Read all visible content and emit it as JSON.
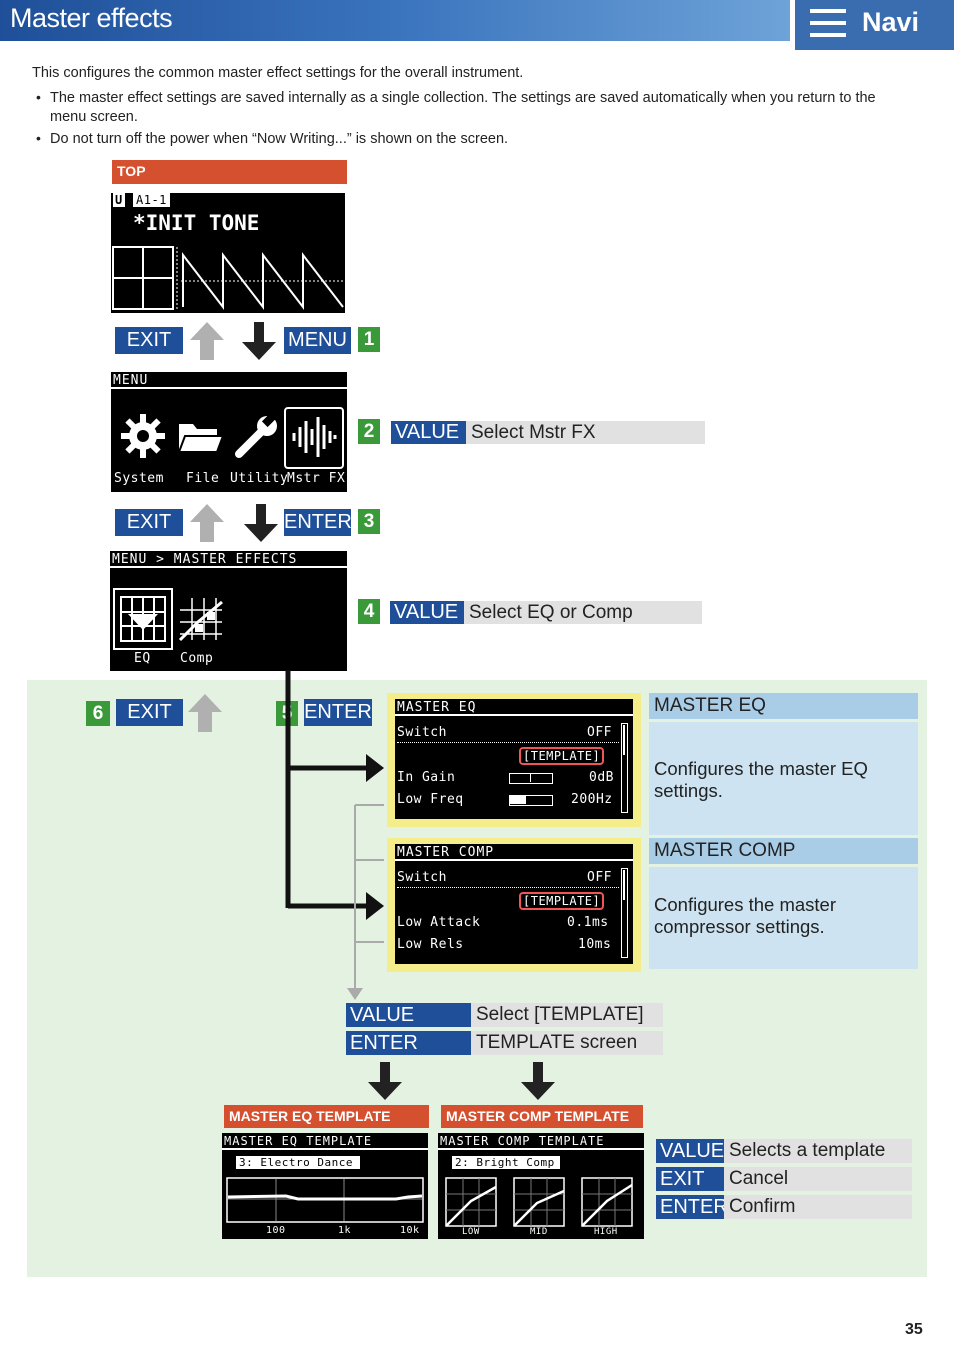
{
  "header": {
    "title": "Master effects",
    "navi_label": "Navi"
  },
  "intro": {
    "text": "This configures the common master effect settings for the overall instrument.",
    "bullets": [
      "The master effect settings are saved internally as a single collection. The settings are saved automatically when you return to the",
      "menu screen.",
      "Do not turn off the power when “Now Writing...” is shown on the screen."
    ]
  },
  "top_label": "TOP",
  "top_screen": {
    "tone_number": "A1-1",
    "tone_name": "*INIT TONE"
  },
  "row1": {
    "exit": "EXIT",
    "menu": "MENU",
    "step": "1"
  },
  "menu_screen": {
    "title": "MENU",
    "items": [
      "System",
      "File",
      "Utility",
      "Mstr FX"
    ]
  },
  "step2": {
    "step": "2",
    "key": "VALUE",
    "desc": "Select Mstr FX"
  },
  "row3": {
    "exit": "EXIT",
    "enter": "ENTER",
    "step": "3"
  },
  "mfx_screen": {
    "title": "MENU > MASTER EFFECTS",
    "items": [
      "EQ",
      "Comp"
    ]
  },
  "step4": {
    "step": "4",
    "key": "VALUE",
    "desc": "Select EQ or Comp"
  },
  "step6": {
    "step": "6",
    "key": "EXIT"
  },
  "step5": {
    "step": "5",
    "key": "ENTER"
  },
  "eq_screen": {
    "title": "MASTER EQ",
    "rows": [
      {
        "label": "Switch",
        "value": "OFF"
      },
      {
        "label": "",
        "value": "[TEMPLATE]"
      },
      {
        "label": "In Gain",
        "value": "0dB"
      },
      {
        "label": "Low Freq",
        "value": "200Hz"
      }
    ]
  },
  "comp_screen": {
    "title": "MASTER COMP",
    "rows": [
      {
        "label": "Switch",
        "value": "OFF"
      },
      {
        "label": "",
        "value": "[TEMPLATE]"
      },
      {
        "label": "Low Attack",
        "value": "0.1ms"
      },
      {
        "label": "Low Rels",
        "value": "10ms"
      }
    ]
  },
  "side": {
    "eq_head": "MASTER EQ",
    "eq_body": "Configures the master EQ settings.",
    "comp_head": "MASTER COMP",
    "comp_body": "Configures the master compressor settings."
  },
  "template_ops": [
    {
      "key": "VALUE",
      "desc": "Select [TEMPLATE]"
    },
    {
      "key": "ENTER",
      "desc": "TEMPLATE screen"
    }
  ],
  "eq_template": {
    "label": "MASTER EQ TEMPLATE",
    "title": "MASTER EQ TEMPLATE",
    "selected": "3: Electro Dance",
    "axis": [
      "100",
      "1k",
      "10k"
    ]
  },
  "comp_template": {
    "label": "MASTER COMP TEMPLATE",
    "title": "MASTER COMP TEMPLATE",
    "selected": "2: Bright Comp",
    "bands": [
      "LOW",
      "MID",
      "HIGH"
    ]
  },
  "template_keys": [
    {
      "key": "VALUE",
      "desc": "Selects a template"
    },
    {
      "key": "EXIT",
      "desc": "Cancel"
    },
    {
      "key": "ENTER",
      "desc": "Confirm"
    }
  ],
  "page_number": "35",
  "colors": {
    "header_blue": "#1f4f99",
    "key_blue": "#1f4f99",
    "step_green": "#3a9a3a",
    "label_orange": "#d4502e",
    "panel_green": "#e4f3e1",
    "side_blue": "#cde3f1",
    "frame_yellow": "#f5ec8a"
  }
}
